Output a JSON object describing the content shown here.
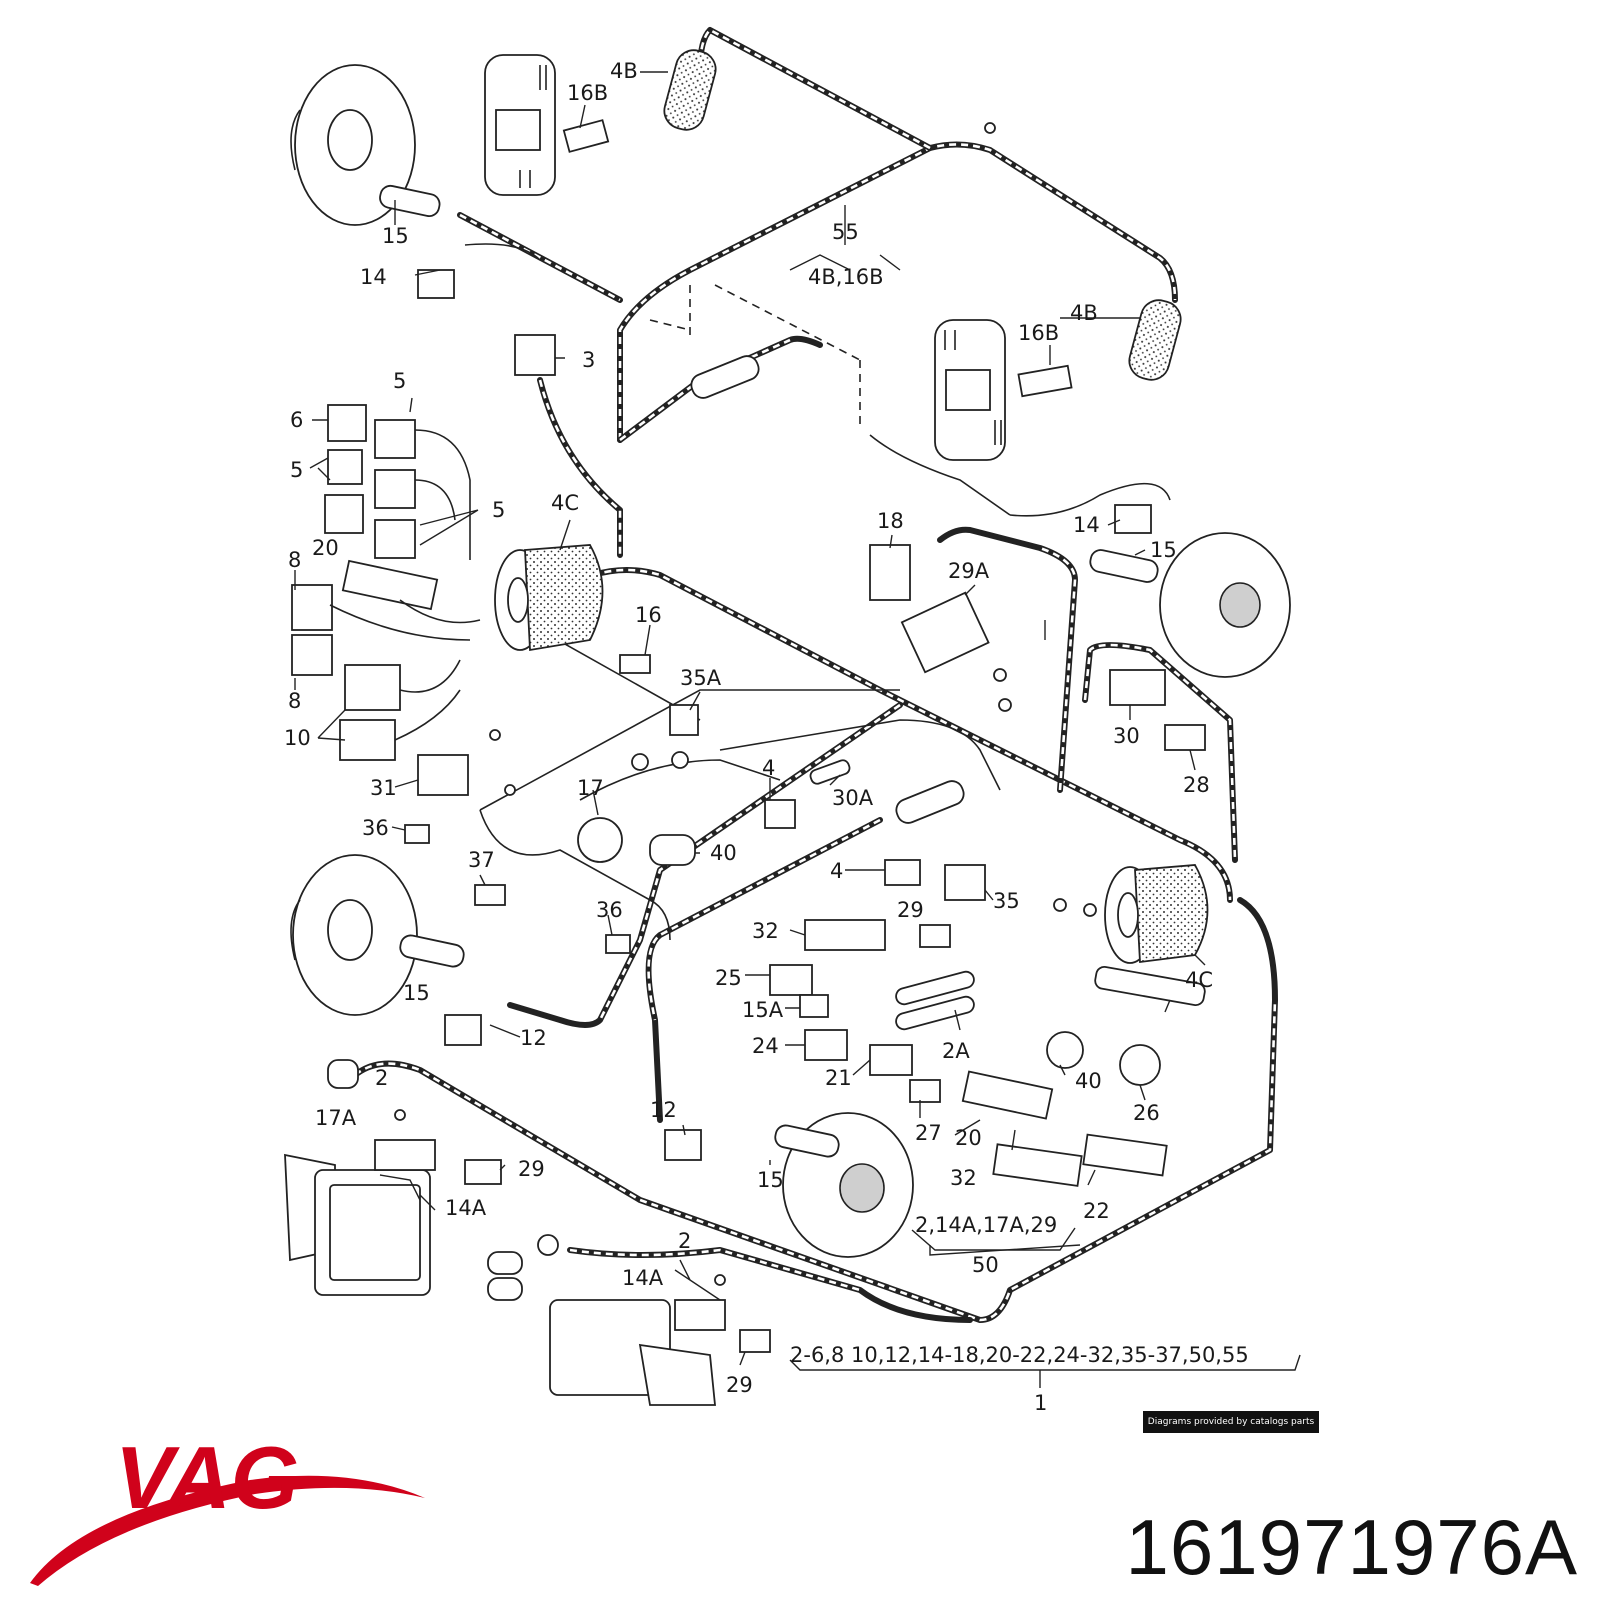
{
  "colors": {
    "brand_red": "#d0021b",
    "line": "#222222"
  },
  "labels": {
    "l1": "1",
    "l2a": "2",
    "l2b": "2",
    "l2c": "2A",
    "l3": "3",
    "l4a": "4",
    "l4b": "4",
    "l4B1": "4B",
    "l4B2": "4B",
    "l4C1": "4C",
    "l4C2": "4C",
    "l5a": "5",
    "l5b": "5",
    "l5c": "5",
    "l6": "6",
    "l8a": "8",
    "l8b": "8",
    "l10": "10",
    "l12a": "12",
    "l12b": "12",
    "l14a": "14",
    "l14b": "14",
    "l14Aa": "14A",
    "l14Ab": "14A",
    "l15a": "15",
    "l15b": "15",
    "l15c": "15",
    "l15d": "15",
    "l15A": "15A",
    "l16": "16",
    "l16B1": "16B",
    "l16B2": "16B",
    "l17": "17",
    "l17A": "17A",
    "l18": "18",
    "l20a": "20",
    "l20b": "20",
    "l21": "21",
    "l22": "22",
    "l24": "24",
    "l25": "25",
    "l26": "26",
    "l27": "27",
    "l28": "28",
    "l29a": "29",
    "l29b": "29",
    "l29c": "29",
    "l29A": "29A",
    "l30": "30",
    "l30A": "30A",
    "l31": "31",
    "l32a": "32",
    "l32b": "32",
    "l35": "35",
    "l35A": "35A",
    "l36a": "36",
    "l36b": "36",
    "l37": "37",
    "l40a": "40",
    "l40b": "40",
    "l50": "50",
    "l55": "55",
    "g55": "4B,16B",
    "g50": "2,14A,17A,29",
    "g1": "2-6,8 10,12,14-18,20-22,24-32,35-37,50,55"
  },
  "watermark": "Diagrams provided by catalogs parts",
  "brand": "VAG",
  "part_number": "161971976A"
}
